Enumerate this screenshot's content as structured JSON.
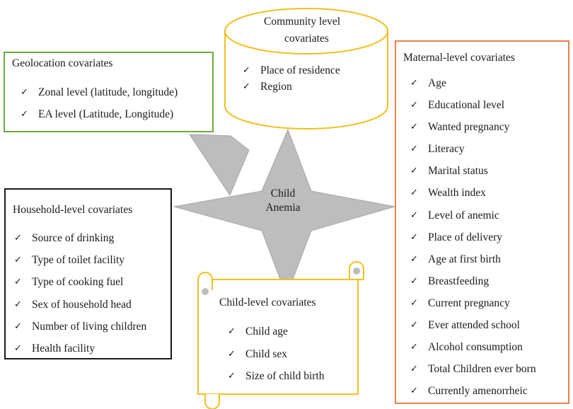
{
  "center": {
    "line1": "Child",
    "line2": "Anemia"
  },
  "geolocation": {
    "title": "Geolocation covariates",
    "items": [
      "Zonal level (latitude, longitude)",
      "EA level (Latitude, Longitude)"
    ],
    "color": "#6aab45"
  },
  "community": {
    "title_line1": "Community level",
    "title_line2": "covariates",
    "items": [
      "Place of residence",
      "Region"
    ],
    "color": "#f0c020"
  },
  "maternal": {
    "title": "Maternal-level covariates",
    "items": [
      "Age",
      "Educational level",
      "Wanted pregnancy",
      "Literacy",
      "Marital status",
      "Wealth index",
      "Level of anemic",
      "Place of delivery",
      "Age at first birth",
      "Breastfeeding",
      "Current pregnancy",
      "Ever attended school",
      "Alcohol consumption",
      "Total Children ever born",
      "Currently amenorrheic"
    ],
    "color": "#e8804a"
  },
  "household": {
    "title": "Household-level covariates",
    "items": [
      "Source of drinking",
      "Type of toilet facility",
      "Type of cooking fuel",
      "Sex of household head",
      "Number of living children",
      "Health facility"
    ],
    "color": "#1a1a1a"
  },
  "child": {
    "title": "Child-level covariates",
    "items": [
      "Child age",
      "Child sex",
      "Size of child birth"
    ],
    "color": "#f0c020"
  }
}
